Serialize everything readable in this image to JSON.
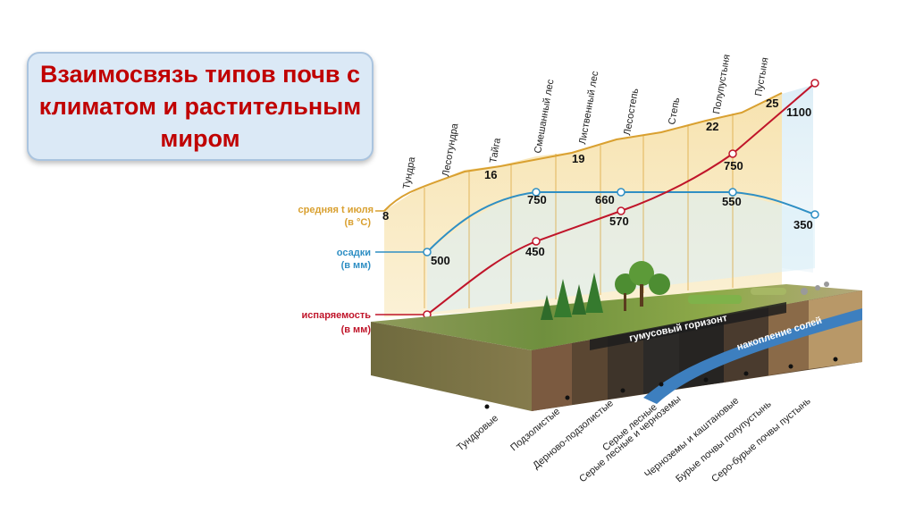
{
  "title": "Взаимосвязь типов почв с климатом и растительным миром",
  "legend": {
    "temp_line1": "средняя t июля",
    "temp_line2": "(в °С)",
    "prec_line1": "осадки",
    "prec_line2": "(в мм)",
    "evap_line1": "испаряемость",
    "evap_line2": "(в мм)"
  },
  "zones": [
    "Тундра",
    "Лесотундра",
    "Тайга",
    "Смешанный лес",
    "Лиственный лес",
    "Лесостепь",
    "Степь",
    "Полупустыня",
    "Пустыня"
  ],
  "temperature_values": [
    "8",
    "16",
    "19",
    "22",
    "25"
  ],
  "precipitation_values": [
    "500",
    "750",
    "660",
    "550",
    "350"
  ],
  "evaporation_values": [
    "125",
    "450",
    "570",
    "750",
    "1100"
  ],
  "soil_bands": {
    "humus": "гумусовый горизонт",
    "salts": "накопление солей"
  },
  "soils": [
    "Тундровые",
    "Подзолистые",
    "Дерново-подзолистые",
    "Серые лесные",
    "Серые лесные и черноземы",
    "Черноземы и каштановые",
    "Бурые почвы полупустынь",
    "Серо-бурые почвы пустынь"
  ],
  "colors": {
    "title": "#c00000",
    "temperature": "#d9a030",
    "precipitation": "#2f8fc4",
    "evaporation": "#c0152a"
  }
}
